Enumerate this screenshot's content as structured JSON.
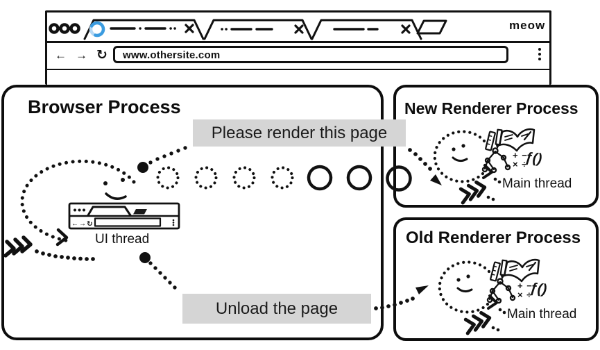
{
  "window": {
    "brand": "meow",
    "url": "www.othersite.com",
    "navigation": {
      "back": "←",
      "forward": "→",
      "reload": "↻"
    }
  },
  "browser_process": {
    "title": "Browser Process",
    "thread_label": "UI thread"
  },
  "new_renderer": {
    "title": "New Renderer Process",
    "thread_label": "Main thread"
  },
  "old_renderer": {
    "title": "Old Renderer Process",
    "thread_label": "Main thread"
  },
  "messages": {
    "render": "Please render this page",
    "unload": "Unload the page"
  },
  "doodle": {
    "math_row1": "+ −",
    "math_row2": "× ÷",
    "function_label": "ƒ()"
  },
  "colors": {
    "ink": "#111111",
    "label_bg": "#d5d5d5",
    "spinner_blue": "#3b9ce0",
    "spinner_light": "#b5d8f4"
  }
}
